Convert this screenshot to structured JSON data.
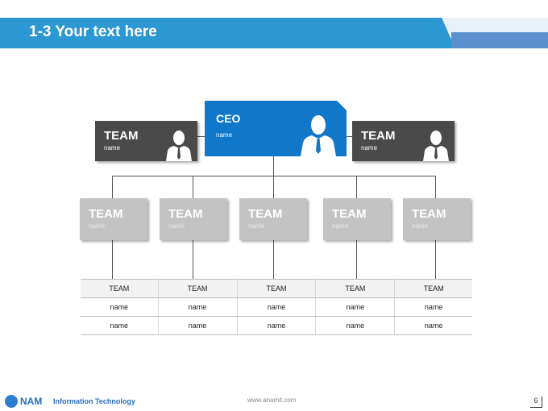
{
  "header": {
    "title": "1-3 Your text here"
  },
  "org": {
    "ceo": {
      "title": "CEO",
      "name": "name"
    },
    "side_left": {
      "title": "TEAM",
      "name": "name"
    },
    "side_right": {
      "title": "TEAM",
      "name": "name"
    },
    "teams": [
      {
        "title": "TEAM",
        "name": "name"
      },
      {
        "title": "TEAM",
        "name": "name"
      },
      {
        "title": "TEAM",
        "name": "name"
      },
      {
        "title": "TEAM",
        "name": "name"
      },
      {
        "title": "TEAM",
        "name": "name"
      }
    ]
  },
  "table": {
    "header": [
      "TEAM",
      "TEAM",
      "TEAM",
      "TEAM",
      "TEAM"
    ],
    "rows": [
      [
        "name",
        "name",
        "name",
        "name",
        "name"
      ],
      [
        "name",
        "name",
        "name",
        "name",
        "name"
      ]
    ]
  },
  "footer": {
    "logo_text": "NAM",
    "logo_sub": "Information Technology",
    "url": "www.anamit.com",
    "page_number": "6"
  },
  "colors": {
    "header_blue": "#2b97d3",
    "ceo_blue": "#1077c9",
    "dark_box": "#4a4a4a",
    "team_gray": "#c3c3c3"
  }
}
